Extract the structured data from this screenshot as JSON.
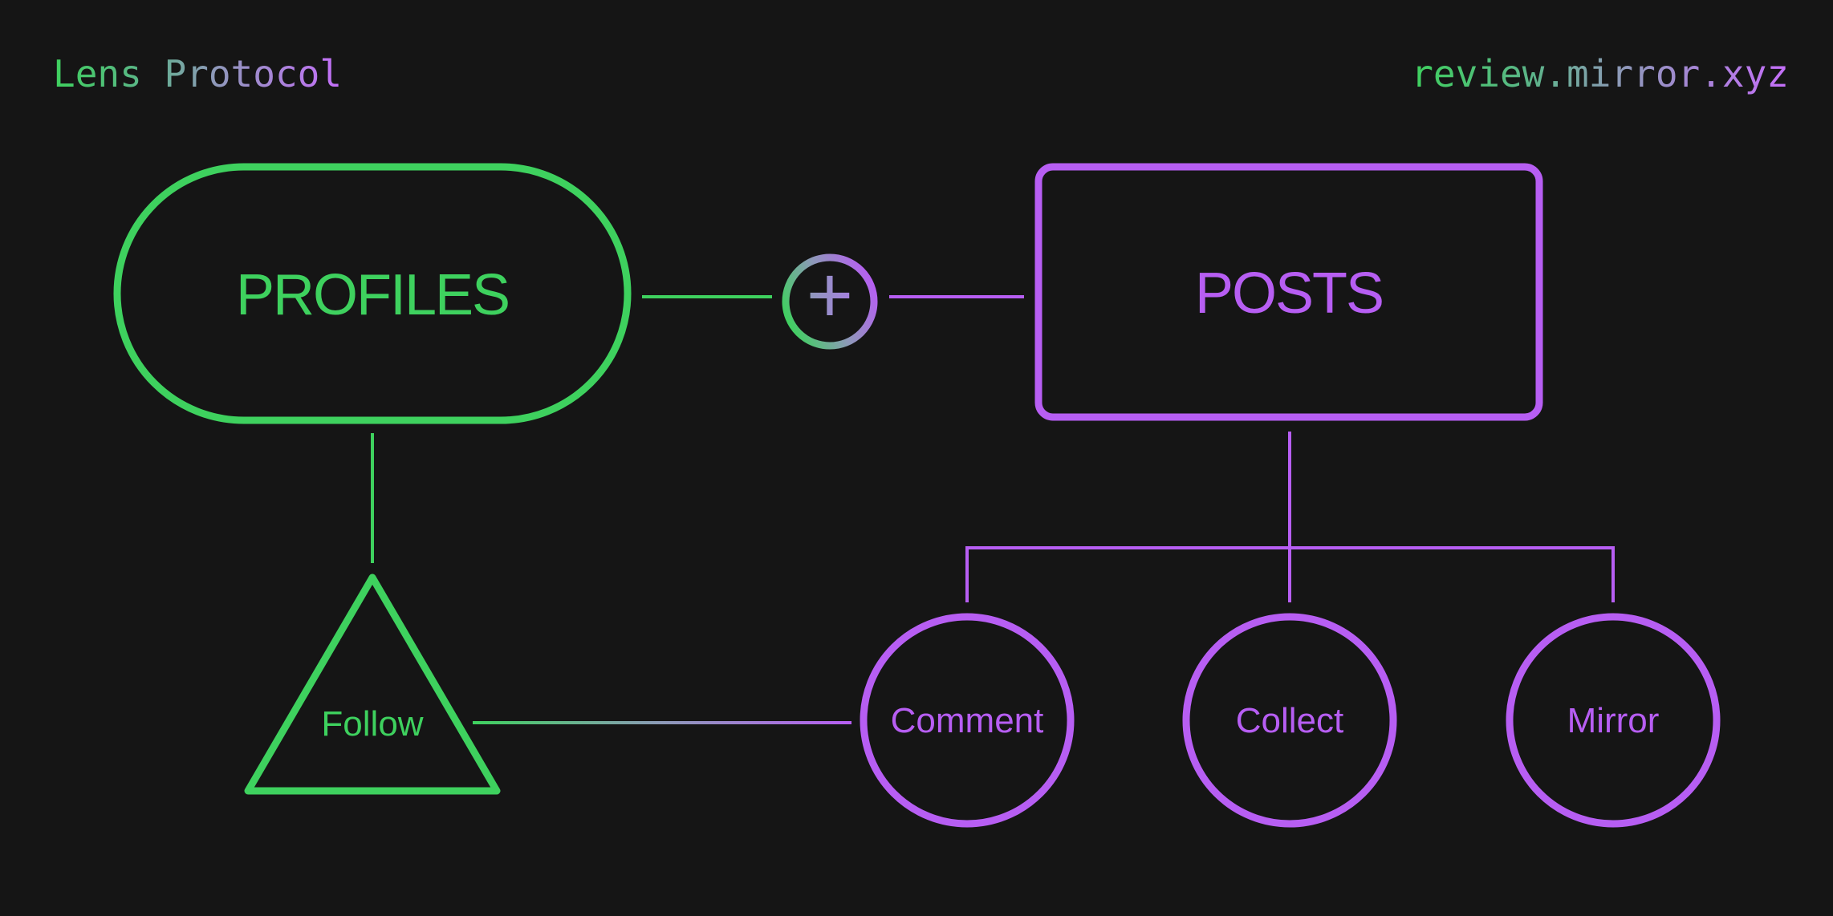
{
  "header": {
    "brand": "Lens Protocol",
    "site": "review.mirror.xyz"
  },
  "nodes": {
    "profiles": {
      "label": "PROFILES",
      "shape": "stadium",
      "color": "#3ed15e"
    },
    "posts": {
      "label": "POSTS",
      "shape": "rectangle",
      "color": "#b75ef3"
    },
    "plus": {
      "symbol": "+",
      "shape": "circle",
      "color_gradient": [
        "#3ed15e",
        "#8d9ab8",
        "#b75ef3"
      ]
    },
    "follow": {
      "label": "Follow",
      "shape": "triangle",
      "color": "#3ed15e"
    },
    "comment": {
      "label": "Comment",
      "shape": "circle",
      "color": "#b75ef3"
    },
    "collect": {
      "label": "Collect",
      "shape": "circle",
      "color": "#b75ef3"
    },
    "mirror": {
      "label": "Mirror",
      "shape": "circle",
      "color": "#b75ef3"
    }
  },
  "edges": [
    {
      "from": "profiles",
      "to": "plus",
      "color": "#3ed15e"
    },
    {
      "from": "plus",
      "to": "posts",
      "color": "#b75ef3"
    },
    {
      "from": "profiles",
      "to": "follow",
      "color": "#3ed15e"
    },
    {
      "from": "follow",
      "to": "comment",
      "color_gradient": [
        "#3ed15e",
        "#8d9ab8",
        "#b75ef3"
      ]
    },
    {
      "from": "posts",
      "to": "comment",
      "color": "#b75ef3"
    },
    {
      "from": "posts",
      "to": "collect",
      "color": "#b75ef3"
    },
    {
      "from": "posts",
      "to": "mirror",
      "color": "#b75ef3"
    }
  ],
  "theme": {
    "bg": "#151515",
    "green": "#3ed15e",
    "purple": "#b75ef3",
    "slate": "#8d9ab8",
    "teal": "#5cb489",
    "grad-end": "#c56efa",
    "lavender": "#a77fe2"
  }
}
